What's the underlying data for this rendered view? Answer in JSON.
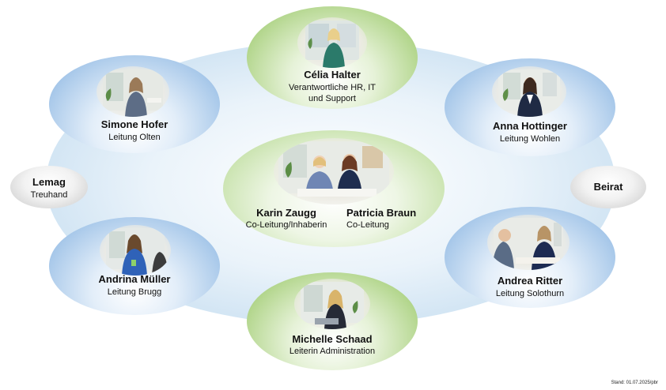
{
  "people": {
    "celia": {
      "name": "Célia Halter",
      "role_1": "Verantwortliche HR, IT",
      "role_2": "und Support"
    },
    "simone": {
      "name": "Simone Hofer",
      "role": "Leitung Olten"
    },
    "anna": {
      "name": "Anna Hottinger",
      "role": "Leitung Wohlen"
    },
    "karin": {
      "name": "Karin Zaugg",
      "role": "Co-Leitung/Inhaberin"
    },
    "patricia": {
      "name": "Patricia Braun",
      "role": "Co-Leitung"
    },
    "andrina": {
      "name": "Andrina Müller",
      "role": "Leitung Brugg"
    },
    "andrea": {
      "name": "Andrea Ritter",
      "role": "Leitung Solothurn"
    },
    "michelle": {
      "name": "Michelle Schaad",
      "role": "Leiterin Administration"
    }
  },
  "side_nodes": {
    "lemag": {
      "title": "Lemag",
      "subtitle": "Treuhand"
    },
    "beirat": {
      "title": "Beirat"
    }
  },
  "footer": {
    "stand": "Stand: 01.07.2025/pbr"
  },
  "colors": {
    "blue_node": "#7fabdc",
    "green_node": "#86bb52",
    "grey_node": "#bdbdbd",
    "background_ring": "#cfe3f3"
  }
}
